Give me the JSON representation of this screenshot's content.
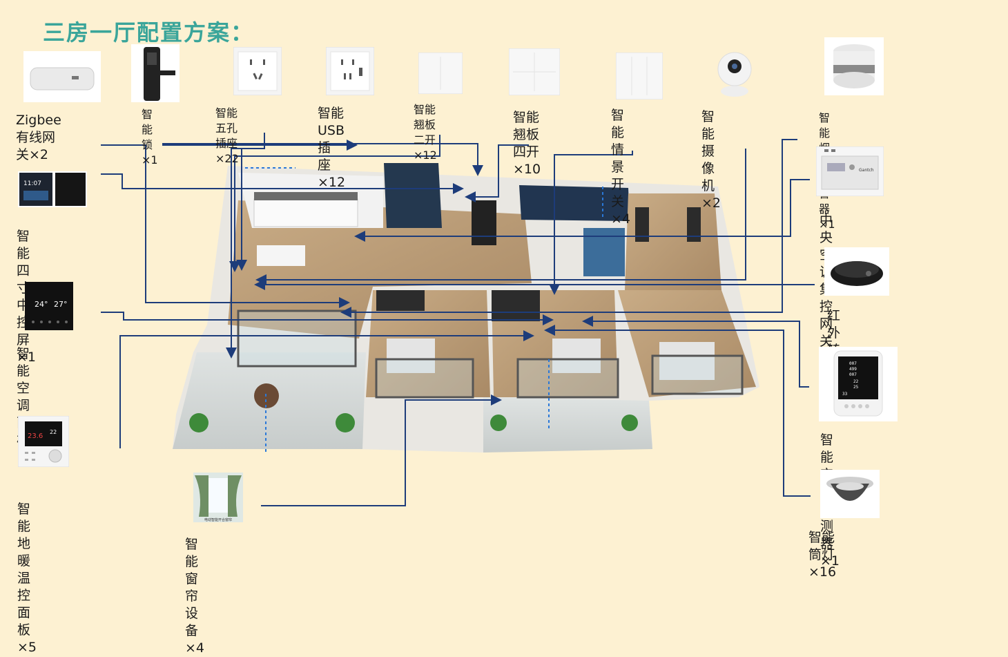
{
  "title": "三房一厅配置方案：",
  "devices": [
    {
      "id": "gateway",
      "name": "Zigbee有线网关×2",
      "icon": "gateway-icon"
    },
    {
      "id": "lock",
      "name": "智能锁×1",
      "icon": "lock-icon"
    },
    {
      "id": "socket5",
      "name": "智能五孔插座\n×22",
      "icon": "socket-icon"
    },
    {
      "id": "usbsocket",
      "name": "智能USB插\n座×12",
      "icon": "usb-socket-icon"
    },
    {
      "id": "switch2",
      "name": "智能翘板\n二开×12",
      "icon": "switch-icon"
    },
    {
      "id": "switch4",
      "name": "智能翘板\n四开×10",
      "icon": "switch-icon"
    },
    {
      "id": "scene",
      "name": "智能情景\n开关×4",
      "icon": "scene-switch-icon"
    },
    {
      "id": "camera",
      "name": "智能摄像机\n×2",
      "icon": "camera-icon"
    },
    {
      "id": "smoke",
      "name": "智能烟雾报警器×1",
      "icon": "smoke-alarm-icon"
    },
    {
      "id": "ac_gateway",
      "name": "中央空调集控网关×1",
      "icon": "ac-gateway-icon"
    },
    {
      "id": "ir",
      "name": "红外转发器\n×1",
      "icon": "ir-blaster-icon"
    },
    {
      "id": "air",
      "name": "智能空气探测\n器×1",
      "icon": "air-sensor-icon"
    },
    {
      "id": "downlight",
      "name": "智能筒灯×16",
      "icon": "downlight-icon"
    },
    {
      "id": "panel4",
      "name": "智能四寸中控屏×1",
      "icon": "control-panel-icon"
    },
    {
      "id": "ac_panel",
      "name": "智能空调面\n板×4",
      "icon": "thermostat-icon"
    },
    {
      "id": "floorheat",
      "name": "智能地暖温控\n面板×5",
      "icon": "floor-heating-icon"
    },
    {
      "id": "curtain",
      "name": "智能窗帘设备\n×4",
      "icon": "curtain-icon"
    }
  ],
  "screens": {
    "panel_time": "11:07",
    "ac_temp_set": "24°",
    "ac_temp_now": "27°",
    "floor_temp": "23.6",
    "floor_set": "22",
    "air_values": [
      "007",
      "499",
      "007",
      "22",
      "25",
      "33"
    ],
    "ac_gw_brand": "Gantch",
    "curtain_caption": "电动智能开合窗帘"
  },
  "colors": {
    "title": "#3aa59a",
    "wire": "#1d3c7a",
    "background": "#fdf1d2"
  }
}
